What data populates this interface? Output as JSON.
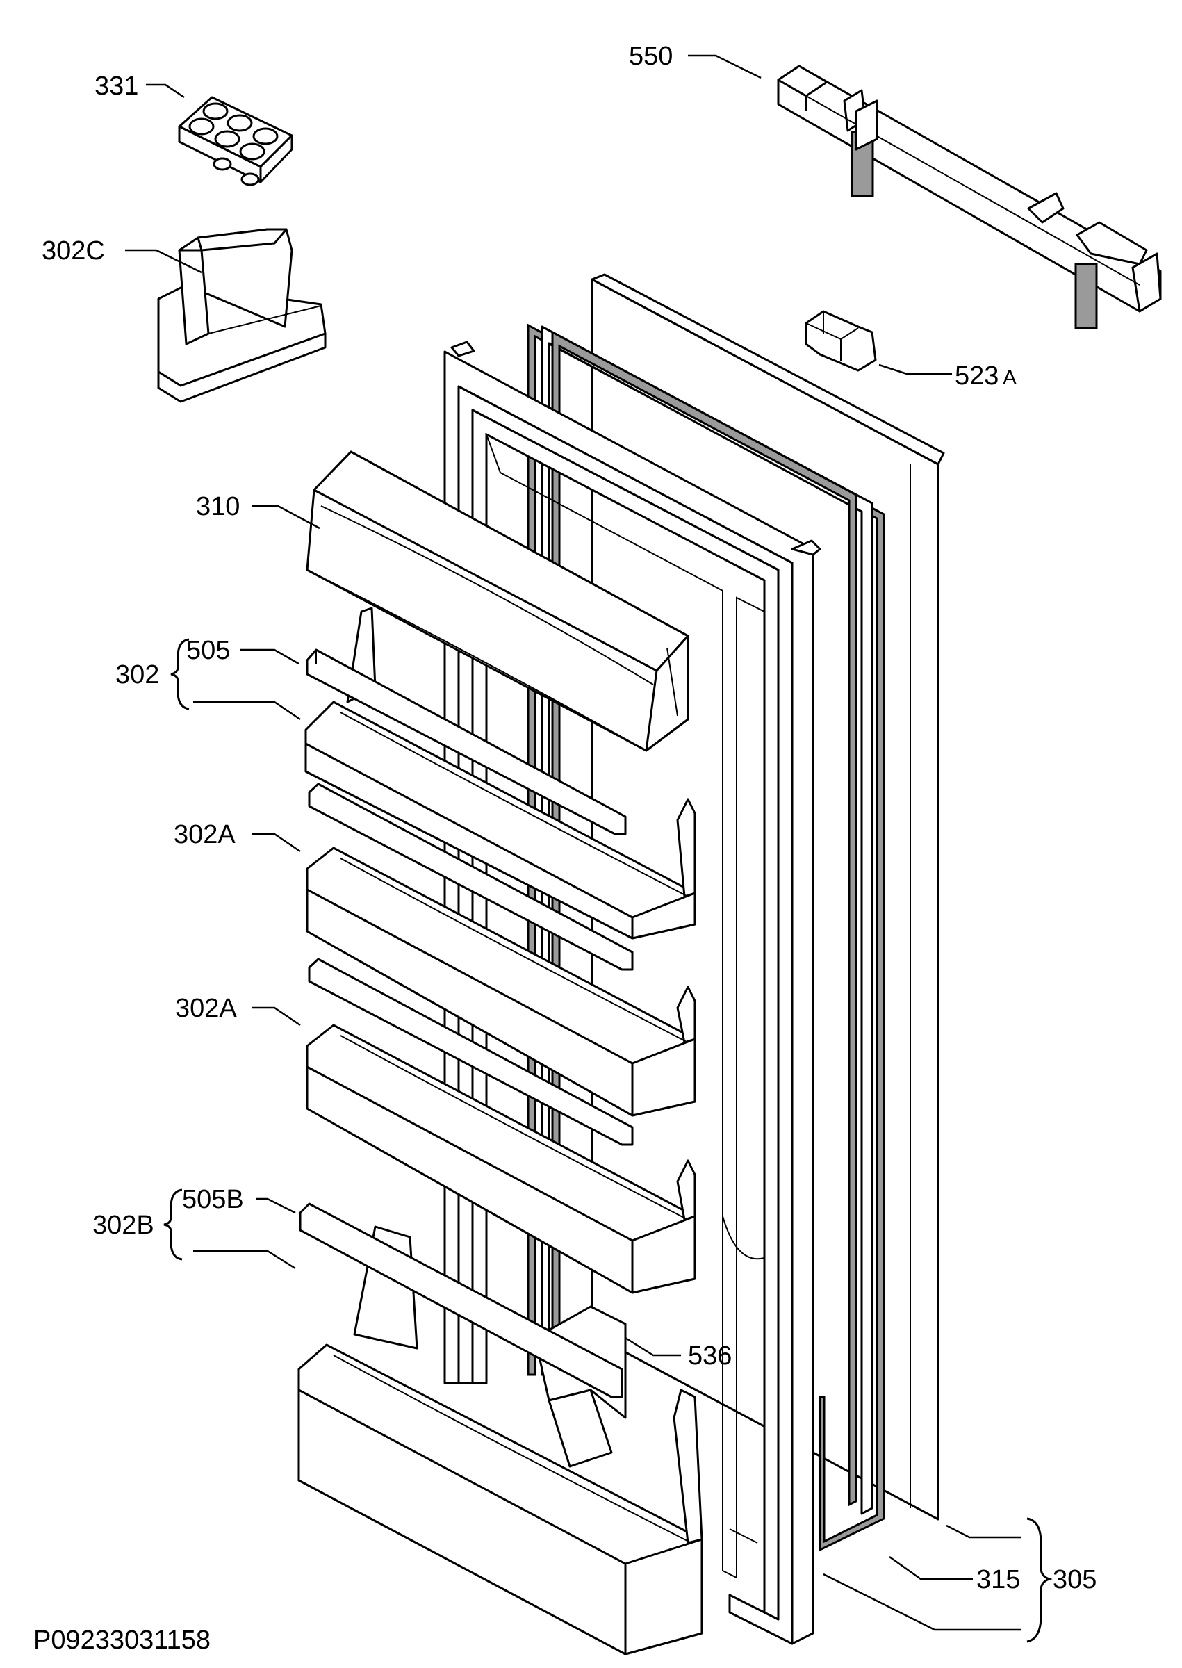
{
  "labels": {
    "p550": "550",
    "p331": "331",
    "p302c": "302C",
    "p523": "523",
    "p523_suffix": "A",
    "p310": "310",
    "p302": "302",
    "p505": "505",
    "p302a_1": "302A",
    "p302a_2": "302A",
    "p302b": "302B",
    "p505b": "505B",
    "p536": "536",
    "p315": "315",
    "p305": "305"
  },
  "footer": {
    "drawing_number": "P09233031158"
  }
}
